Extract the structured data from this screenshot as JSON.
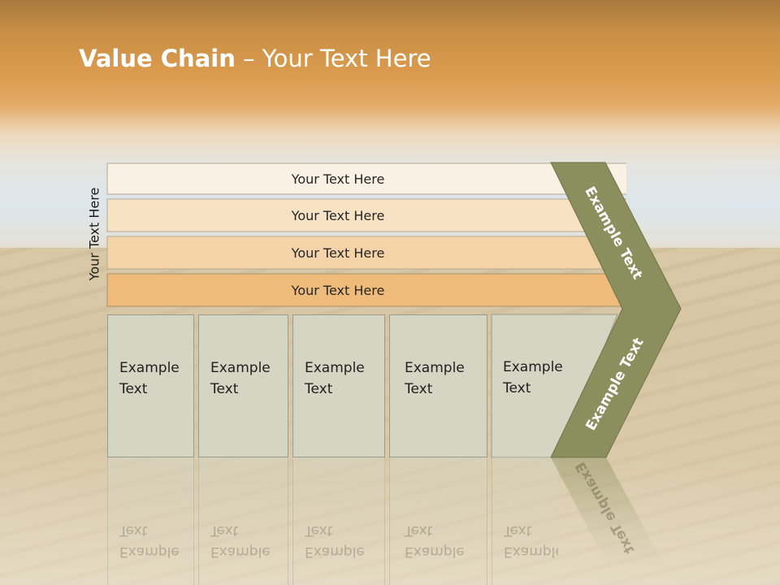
{
  "title": {
    "bold": "Value Chain",
    "rest": " – Your Text Here"
  },
  "side_label": "Your Text Here",
  "bands": [
    {
      "label": "Your Text Here",
      "color": "#f9f1e4"
    },
    {
      "label": "Your Text Here",
      "color": "#f7e2c4"
    },
    {
      "label": "Your Text Here",
      "color": "#f4d3a8"
    },
    {
      "label": "Your Text Here",
      "color": "#eebb7a"
    }
  ],
  "cards": [
    {
      "line1": "Example",
      "line2": "Text"
    },
    {
      "line1": "Example",
      "line2": "Text"
    },
    {
      "line1": "Example",
      "line2": "Text"
    },
    {
      "line1": "Example",
      "line2": "Text"
    },
    {
      "line1": "Example",
      "line2": "Text"
    }
  ],
  "chevron": {
    "upper_label": "Example Text",
    "lower_label": "Example Text",
    "color": "#8b8f5e"
  }
}
